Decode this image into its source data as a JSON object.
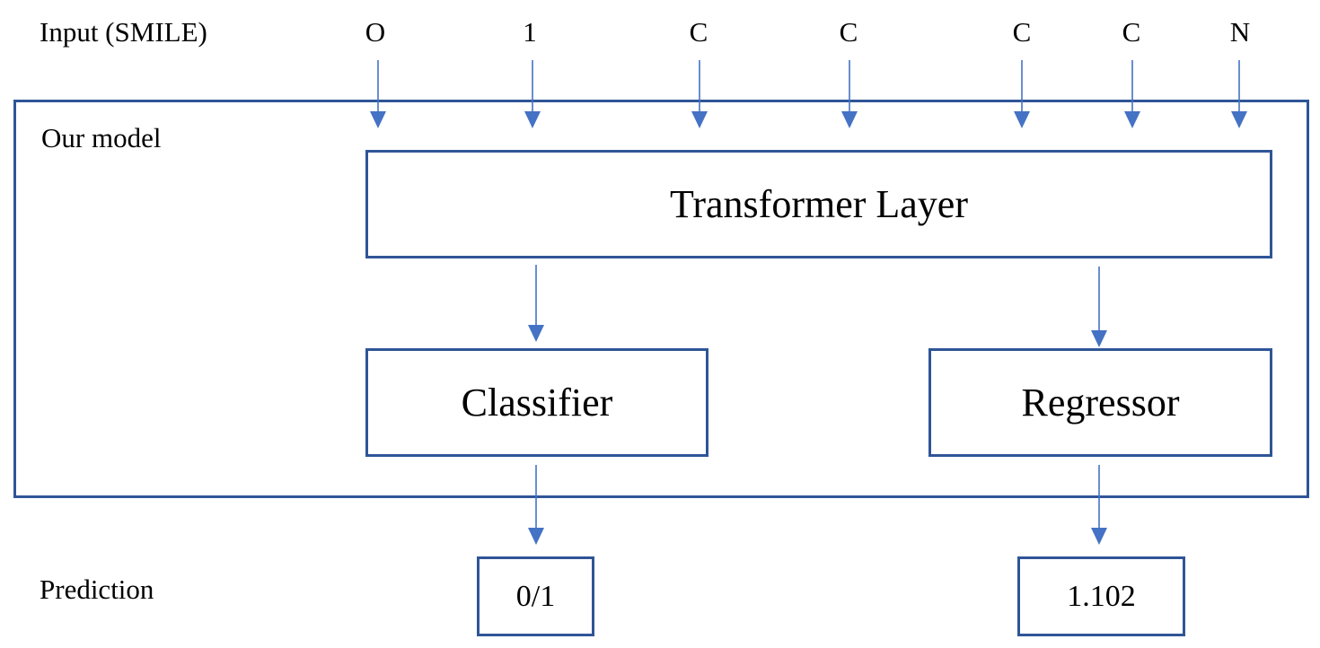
{
  "input": {
    "label": "Input (SMILE)",
    "tokens": [
      "O",
      "1",
      "C",
      "C",
      "C",
      "C",
      "N"
    ]
  },
  "model": {
    "label": "Our model",
    "transformer_label": "Transformer Layer",
    "classifier_label": "Classifier",
    "regressor_label": "Regressor"
  },
  "prediction": {
    "label": "Prediction",
    "classifier_output": "0/1",
    "regressor_output": "1.102"
  },
  "colors": {
    "border": "#2f5597",
    "arrow": "#4472c4",
    "text": "#000000"
  }
}
